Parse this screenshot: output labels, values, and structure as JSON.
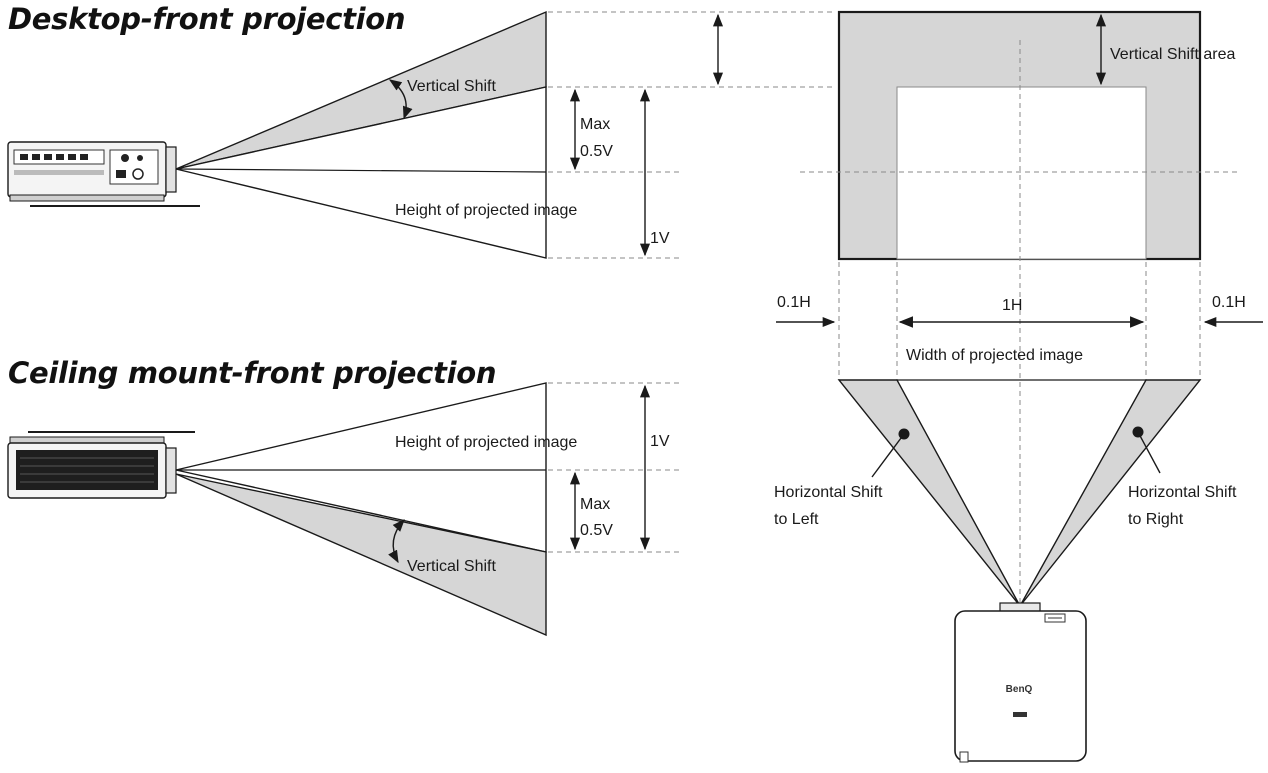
{
  "headings": {
    "desktop": "Desktop-front projection",
    "ceiling": "Ceiling mount-front projection"
  },
  "desktop_labels": {
    "vertical_shift": "Vertical Shift",
    "max": "Max",
    "half_v": "0.5V",
    "height_of_image": "Height of projected image",
    "one_v": "1V"
  },
  "ceiling_labels": {
    "height_of_image": "Height of projected image",
    "one_v": "1V",
    "max": "Max",
    "half_v": "0.5V",
    "vertical_shift": "Vertical Shift"
  },
  "screen_labels": {
    "vertical_shift_area": "Vertical Shift area",
    "left_margin": "0.1H",
    "width_label": "1H",
    "right_margin": "0.1H",
    "width_of_image": "Width of projected image"
  },
  "horizontal_labels": {
    "left_line1": "Horizontal Shift",
    "left_line2": "to Left",
    "right_line1": "Horizontal Shift",
    "right_line2": "to Right"
  },
  "projector": {
    "brand": "BenQ"
  },
  "colors": {
    "shade": "#d6d6d6",
    "line": "#1a1a1a",
    "dashed": "#8a8a8a"
  }
}
